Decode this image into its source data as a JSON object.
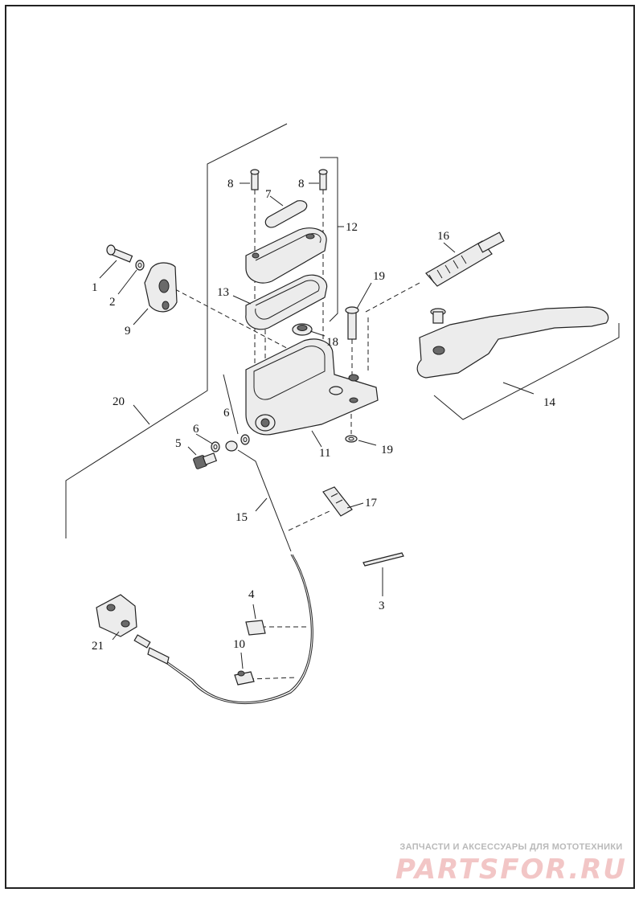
{
  "labels": {
    "p1": "1",
    "p2": "2",
    "p3": "3",
    "p4": "4",
    "p5": "5",
    "p6a": "6",
    "p6b": "6",
    "p7": "7",
    "p8a": "8",
    "p8b": "8",
    "p9": "9",
    "p10": "10",
    "p11": "11",
    "p12": "12",
    "p13": "13",
    "p14": "14",
    "p15": "15",
    "p16": "16",
    "p17": "17",
    "p18": "18",
    "p19a": "19",
    "p19b": "19",
    "p20": "20",
    "p21": "21"
  },
  "watermark": {
    "tagline": "ЗАПЧАСТИ И АКСЕССУАРЫ ДЛЯ МОТОТЕХНИКИ",
    "logo": "PARTSFOR.RU",
    "color": "#f2c6c6"
  }
}
